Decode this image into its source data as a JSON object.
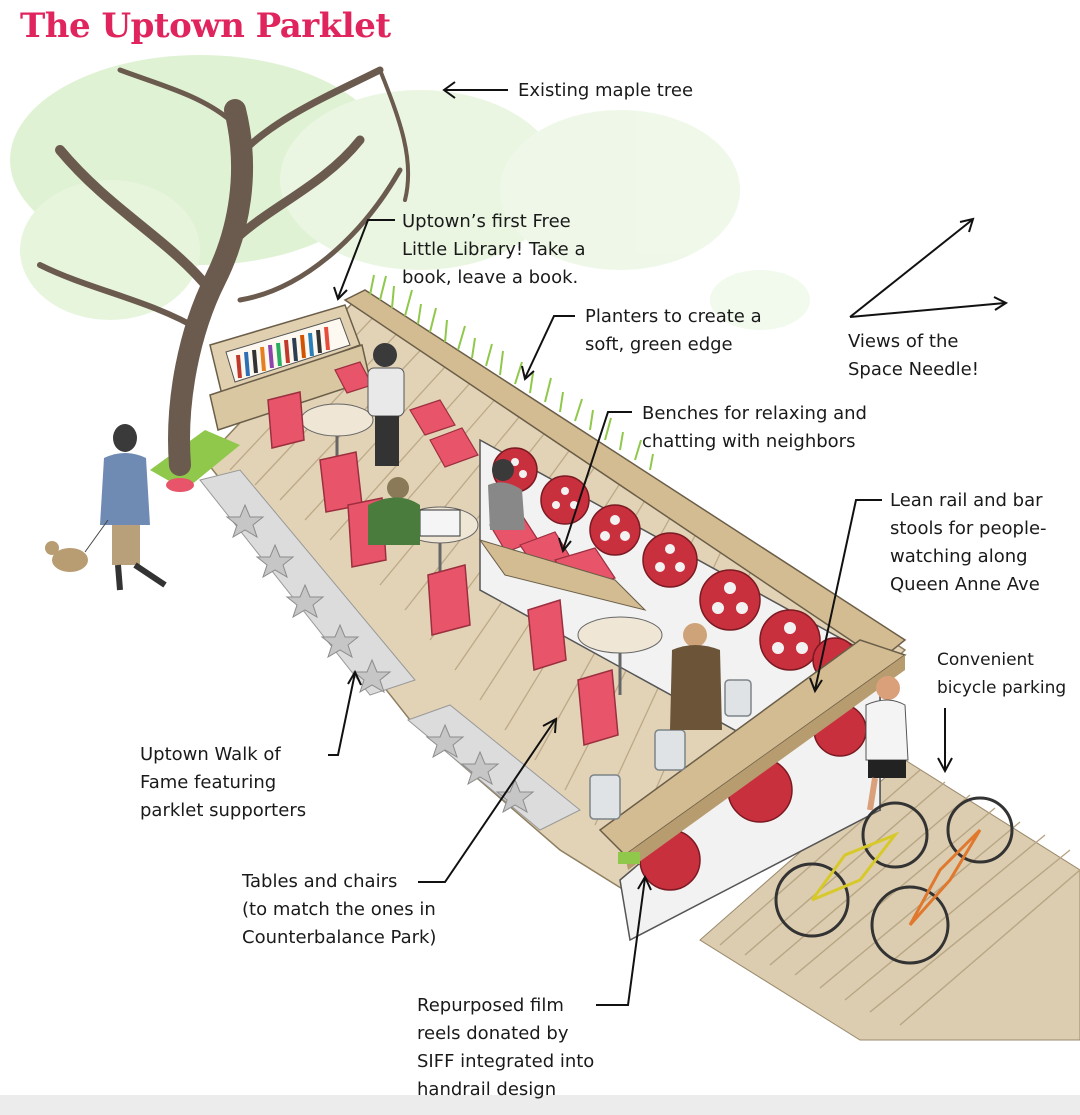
{
  "title": "The Uptown Parklet",
  "colors": {
    "title": "#e0245e",
    "cushion": "#e8556a",
    "deck": "#d9c7a6",
    "planter": "#cdb48a",
    "reel": "#c9303e",
    "grass": "#8fc84a",
    "foliage": "#c9e7b4"
  },
  "labels": {
    "tree": [
      "Existing maple tree"
    ],
    "library": [
      "Uptown’s first Free",
      "Little Library!  Take a",
      "book, leave a book."
    ],
    "planters": [
      "Planters to create a",
      "soft, green edge"
    ],
    "views": [
      "Views of the",
      "Space Needle!"
    ],
    "benches": [
      "Benches for relaxing and",
      "chatting with neighbors"
    ],
    "leanrail": [
      "Lean rail and bar",
      "stools for people-",
      "watching along",
      "Queen Anne Ave"
    ],
    "bicycle": [
      "Convenient",
      "bicycle parking"
    ],
    "walk": [
      "Uptown Walk of",
      "Fame featuring",
      "parklet supporters"
    ],
    "tables": [
      "Tables and chairs",
      "(to match the ones in",
      "Counterbalance Park)"
    ],
    "reels": [
      "Repurposed film",
      "reels donated by",
      "SIFF integrated into",
      "handrail design"
    ]
  }
}
